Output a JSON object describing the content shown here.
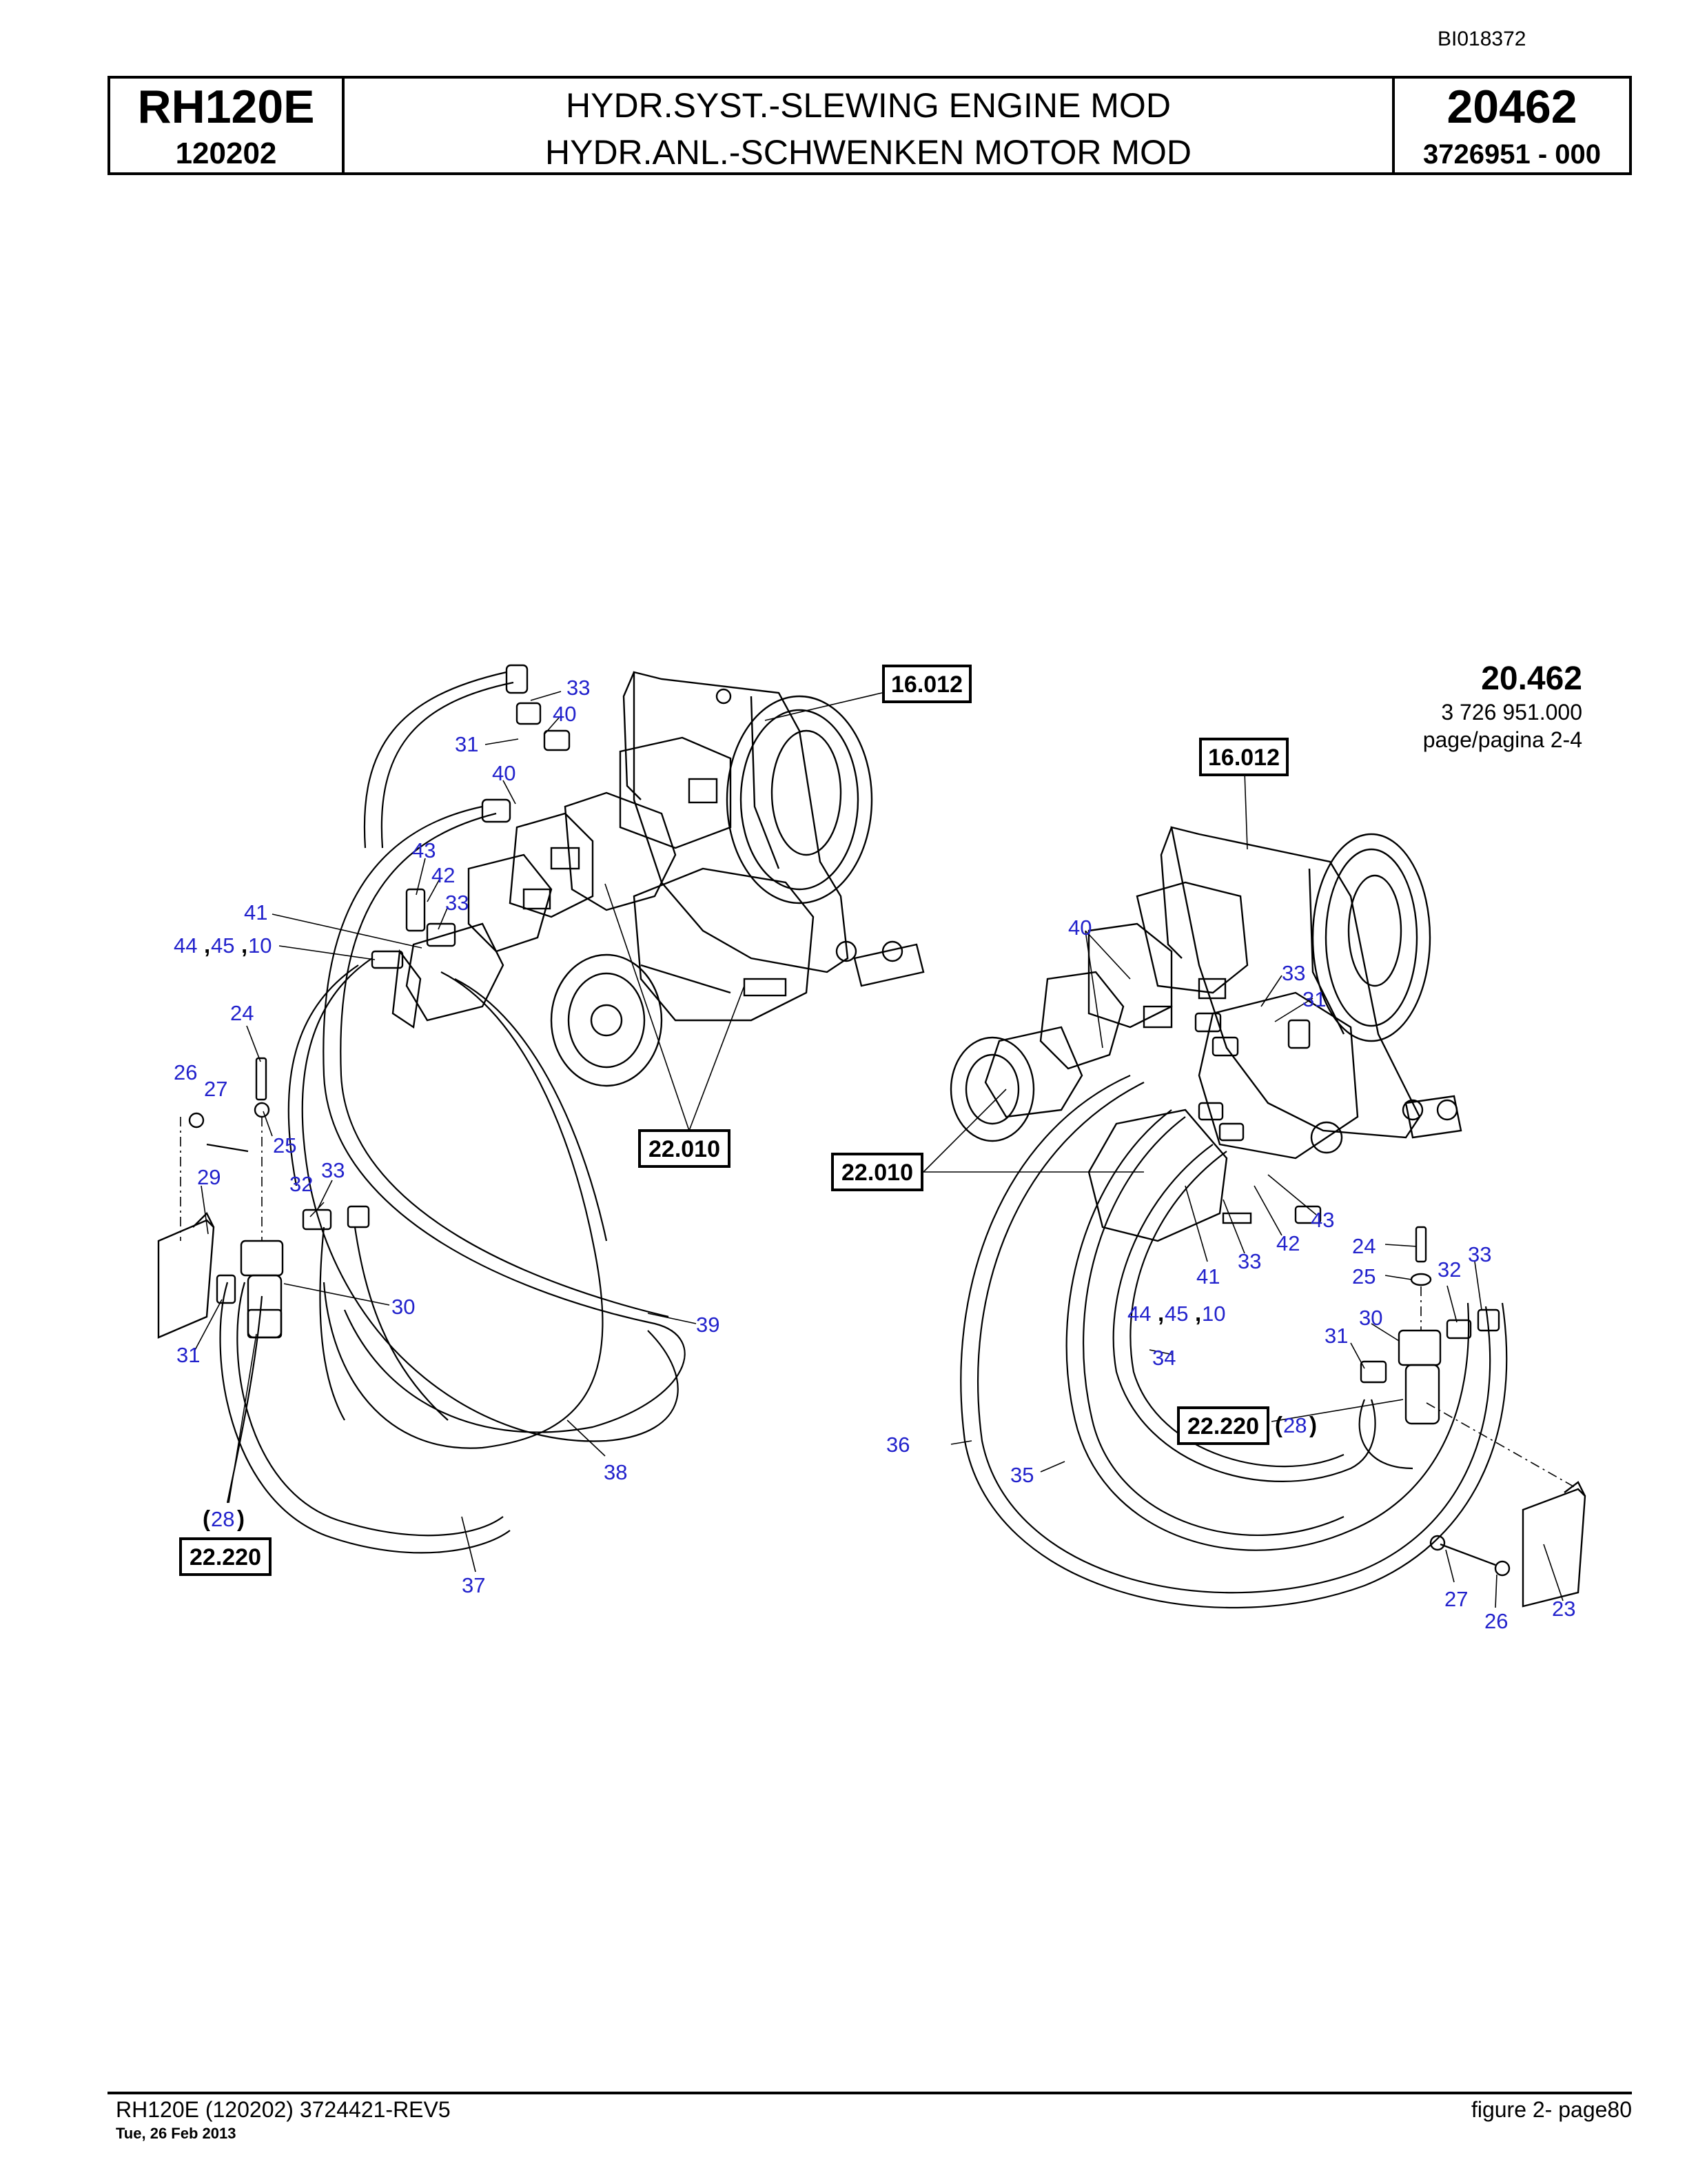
{
  "header": {
    "doc_id": "BI018372",
    "model": "RH120E",
    "serial": "120202",
    "title_en": "HYDR.SYST.-SLEWING ENGINE MOD",
    "title_de": "HYDR.ANL.-SCHWENKEN MOTOR MOD",
    "group_no": "20462",
    "part_no": "3726951 - 000"
  },
  "ref_block": {
    "number": "20.462",
    "part": "3 726 951.000",
    "page": "page/pagina 2-4"
  },
  "ref_boxes": {
    "b16012": "16.012",
    "b22010": "22.010",
    "b22220": "22.220"
  },
  "callouts": {
    "n10": "10",
    "n23": "23",
    "n24": "24",
    "n25": "25",
    "n26": "26",
    "n27": "27",
    "n28": "28",
    "n29": "29",
    "n30": "30",
    "n31": "31",
    "n32": "32",
    "n33": "33",
    "n34": "34",
    "n35": "35",
    "n36": "36",
    "n37": "37",
    "n38": "38",
    "n39": "39",
    "n40": "40",
    "n41": "41",
    "n42": "42",
    "n43": "43",
    "n44": "44",
    "n45": "45"
  },
  "footer": {
    "left": "RH120E (120202) 3724421-REV5",
    "date": "Tue, 26 Feb 2013",
    "right": "figure 2- page80"
  }
}
